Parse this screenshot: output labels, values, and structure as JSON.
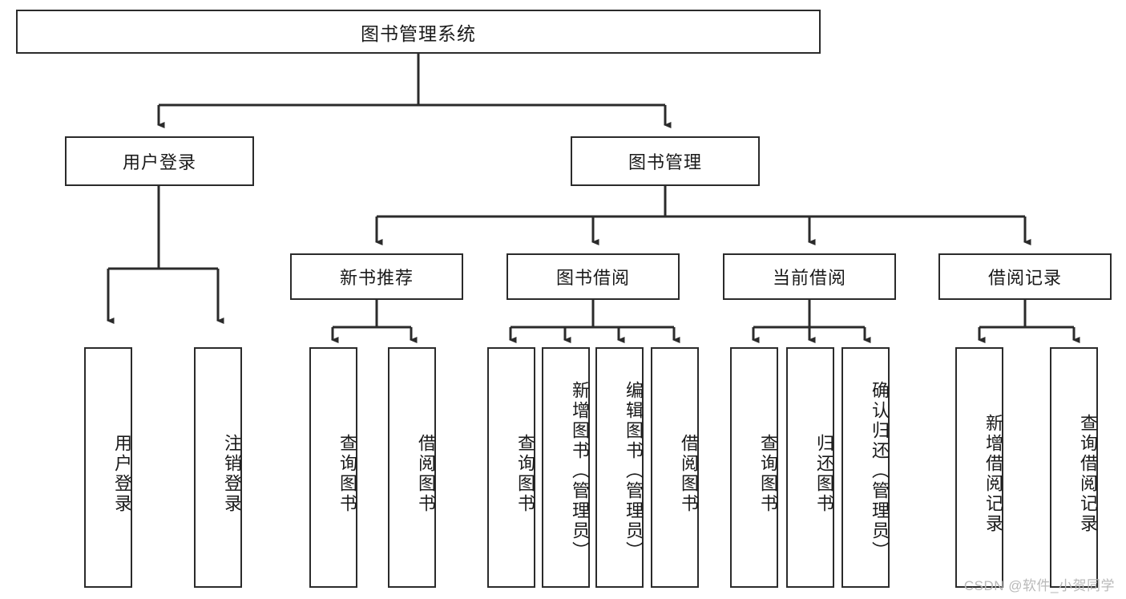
{
  "diagram": {
    "title": "图书管理系统",
    "type": "tree",
    "watermark": "CSDN @软件_小贺同学",
    "colors": {
      "border": "#2b2b2b",
      "text": "#1a1a1a",
      "background": "#ffffff",
      "watermark": "#b9b9b9"
    },
    "nodes": {
      "root": {
        "label": "图书管理系统"
      },
      "level2": [
        {
          "id": "user-login",
          "label": "用户登录"
        },
        {
          "id": "book-manage",
          "label": "图书管理"
        }
      ],
      "level3": [
        {
          "id": "new-book-rec",
          "label": "新书推荐"
        },
        {
          "id": "book-borrow",
          "label": "图书借阅"
        },
        {
          "id": "current-borrow",
          "label": "当前借阅"
        },
        {
          "id": "borrow-record",
          "label": "借阅记录"
        }
      ],
      "leaves": {
        "user-login": [
          {
            "id": "leaf-user-login",
            "label": "用户登录"
          },
          {
            "id": "leaf-logout-login",
            "label": "注销登录"
          }
        ],
        "new-book-rec": [
          {
            "id": "leaf-query-book-1",
            "label": "查询图书"
          },
          {
            "id": "leaf-borrow-book-1",
            "label": "借阅图书"
          }
        ],
        "book-borrow": [
          {
            "id": "leaf-query-book-2",
            "label": "查询图书"
          },
          {
            "id": "leaf-add-book",
            "label": "新增图书（管理员）"
          },
          {
            "id": "leaf-edit-book",
            "label": "编辑图书（管理员）"
          },
          {
            "id": "leaf-borrow-book-2",
            "label": "借阅图书"
          }
        ],
        "current-borrow": [
          {
            "id": "leaf-query-book-3",
            "label": "查询图书"
          },
          {
            "id": "leaf-return-book",
            "label": "归还图书"
          },
          {
            "id": "leaf-confirm-return",
            "label": "确认归还（管理员）"
          }
        ],
        "borrow-record": [
          {
            "id": "leaf-add-record",
            "label": "新增借阅记录"
          },
          {
            "id": "leaf-query-record",
            "label": "查询借阅记录"
          }
        ]
      }
    }
  }
}
